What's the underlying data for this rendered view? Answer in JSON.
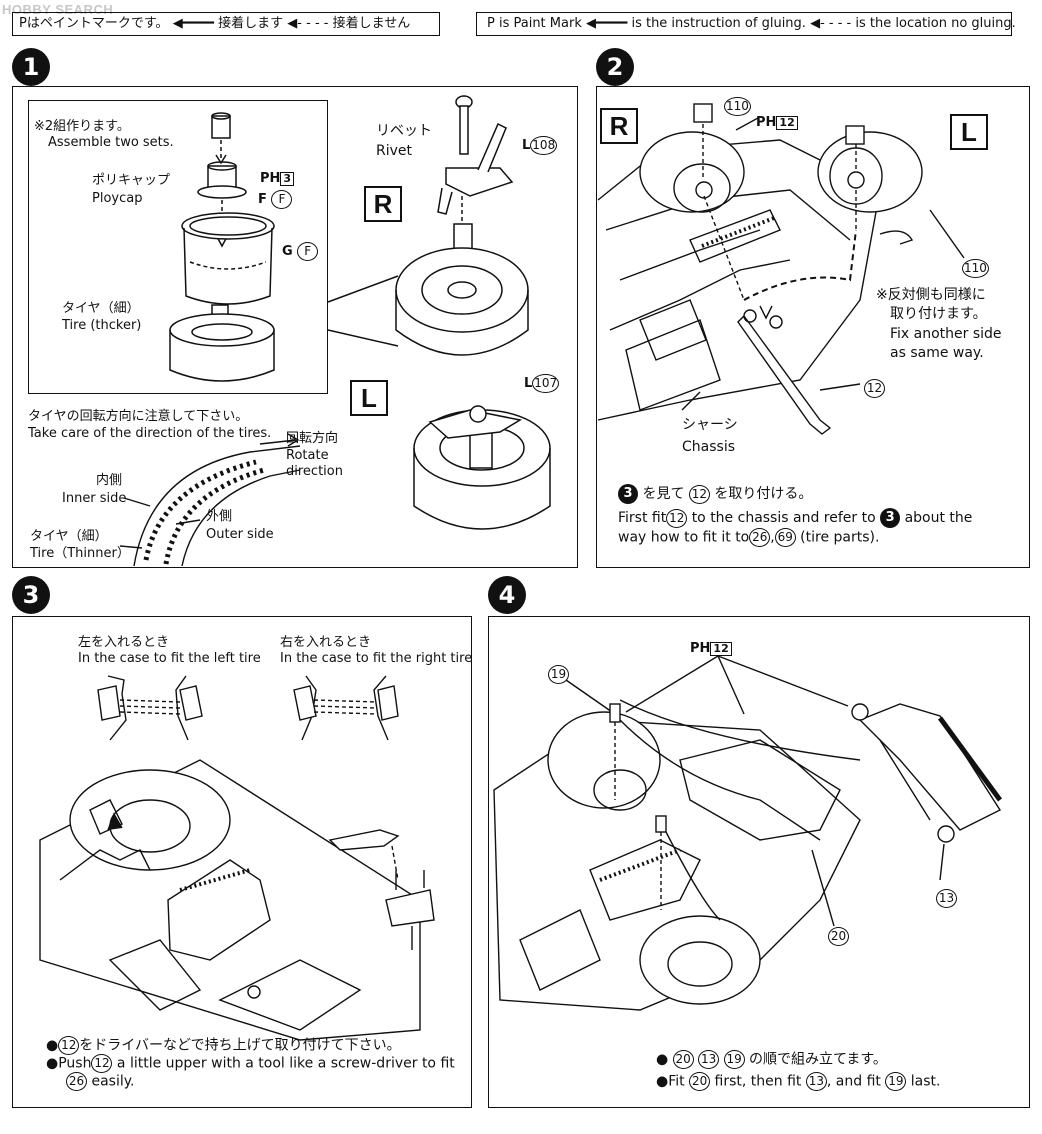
{
  "watermark": "HOBBY SEARCH",
  "legend_jp": {
    "paint": "Pはペイントマークです。",
    "glue": "接着します",
    "noglue": "接着しません"
  },
  "legend_en": {
    "paint": "P is Paint Mark",
    "glue": "is the instruction of gluing.",
    "noglue": "is the location no gluing."
  },
  "step1": {
    "num": "1",
    "note_jp": "※2組作ります。",
    "note_en": "Assemble two sets.",
    "polycap_jp": "ポリキャップ",
    "polycap_en": "Ploycap",
    "ph_ref": "PH",
    "ph_num": "3",
    "part_f": "F",
    "part_f_circ": "F",
    "part_g": "G",
    "part_g_circ": "F",
    "tire_jp": "タイヤ（細）",
    "tire_en": "Tire (thcker)",
    "rivet_jp": "リベット",
    "rivet_en": "Rivet",
    "l108_prefix": "L",
    "l108": "108",
    "l107_prefix": "L",
    "l107": "107",
    "label_r": "R",
    "label_l": "L",
    "dir_jp": "タイヤの回転方向に注意して下さい。",
    "dir_en": "Take care of the direction of the tires.",
    "rot_jp": "回転方向",
    "rot_en1": "Rotate",
    "rot_en2": "direction",
    "inner_jp": "内側",
    "inner_en": "Inner side",
    "outer_jp": "外側",
    "outer_en": "Outer side",
    "tire2_jp": "タイヤ（細）",
    "tire2_en": "Tire（Thinner）"
  },
  "step2": {
    "num": "2",
    "label_r": "R",
    "label_l": "L",
    "p110a": "110",
    "p110b": "110",
    "ph_ref": "PH",
    "ph_num": "12",
    "note_jp1": "※反対側も同様に",
    "note_jp2": "取り付けます。",
    "note_en1": "Fix another side",
    "note_en2": "as same way.",
    "p12": "12",
    "chassis_jp": "シャーシ",
    "chassis_en": "Chassis",
    "instr_jp_pre": "を見て",
    "instr_jp_part": "12",
    "instr_jp_post": "を取り付ける。",
    "instr_step": "3",
    "instr_en_1": "First fit",
    "instr_en_part": "12",
    "instr_en_2": "to the chassis and refer to",
    "instr_en_step": "3",
    "instr_en_3": "about the",
    "instr_en_4": "way how to fit it to",
    "instr_en_p26": "26",
    "instr_en_p69": "69",
    "instr_en_5": "(tire parts)."
  },
  "step3": {
    "num": "3",
    "left_jp": "左を入れるとき",
    "left_en": "In the case to fit the left tire",
    "right_jp": "右を入れるとき",
    "right_en": "In the case to fit the right tire",
    "note_jp_part": "12",
    "note_jp": "をドライバーなどで持ち上げて取り付けて下さい。",
    "note_en_1": "Push",
    "note_en_part": "12",
    "note_en_2": "a little upper with a tool like a screw-driver to fit",
    "note_en_p26": "26",
    "note_en_3": "easily."
  },
  "step4": {
    "num": "4",
    "ph_ref": "PH",
    "ph_num": "12",
    "p19": "19",
    "p13": "13",
    "p20": "20",
    "order_p20": "20",
    "order_p13": "13",
    "order_p19": "19",
    "order_jp": "の順で組み立てます。",
    "en_1": "Fit",
    "en_p20": "20",
    "en_2": "first, then fit",
    "en_p13": "13",
    "en_3": ", and fit",
    "en_p19": "19",
    "en_4": "last."
  }
}
